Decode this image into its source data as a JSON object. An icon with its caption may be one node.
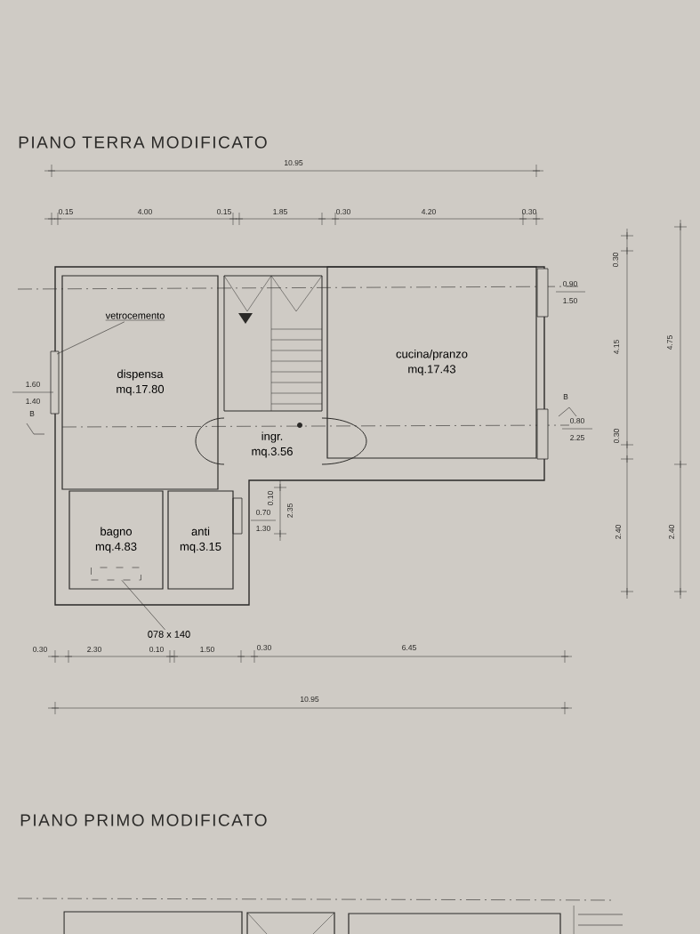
{
  "diagram": {
    "title": "PIANO TERRA MODIFICATO",
    "nodes": [
      {
        "text": [
          "dispensa",
          "mq.17.80"
        ]
      },
      {
        "text": [
          "vetrocemento"
        ],
        "in": 0
      },
      {
        "text": [
          "cucina/pranzo",
          "mq.17.43"
        ]
      },
      {
        "text": [
          "ingr.",
          "mq.3.56"
        ]
      },
      {
        "text": [
          "bagno",
          "mq.4.83"
        ]
      },
      {
        "text": [],
        "shape": "box",
        "in": 4
      },
      {
        "text": [
          "anti",
          "mq.3.15"
        ]
      },
      {
        "text": [
          "078 x 140"
        ]
      }
    ],
    "edges": [
      {
        "from": 1,
        "to": null,
        "arrow": "none"
      },
      {
        "from": 7,
        "to": 5,
        "arrow": "none"
      }
    ],
    "labels": [
      "10.95",
      "0.15",
      "4.00",
      "0.15",
      "1.85",
      "0.30",
      "4.20",
      "0.30",
      "0.30",
      "0.90",
      "1.50",
      "4.15",
      "4.75",
      "1.60",
      "1.40",
      "B",
      "B",
      "0.80",
      "2.25",
      "0.30",
      "0.10",
      "2.35",
      "0.70",
      "1.30",
      "2.40",
      "2.40",
      "0.30",
      "2.30",
      "0.10",
      "1.50",
      "0.30",
      "6.45",
      "10.95",
      "PIANO PRIMO MODIFICATO"
    ]
  }
}
